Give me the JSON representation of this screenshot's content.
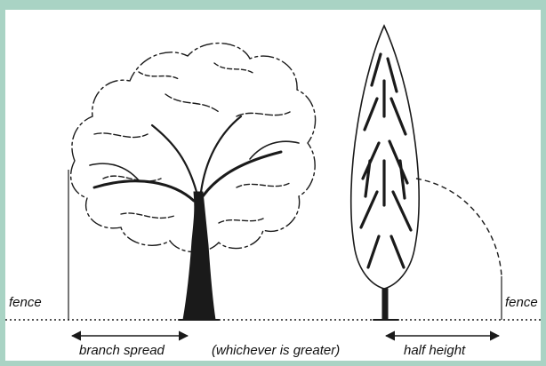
{
  "labels": {
    "fence_left": "fence",
    "fence_right": "fence",
    "branch_spread": "branch spread",
    "whichever": "(whichever is greater)",
    "half_height": "half height"
  },
  "colors": {
    "background": "#a9d3c4",
    "panel": "#ffffff",
    "ink": "#1a1a1a"
  }
}
